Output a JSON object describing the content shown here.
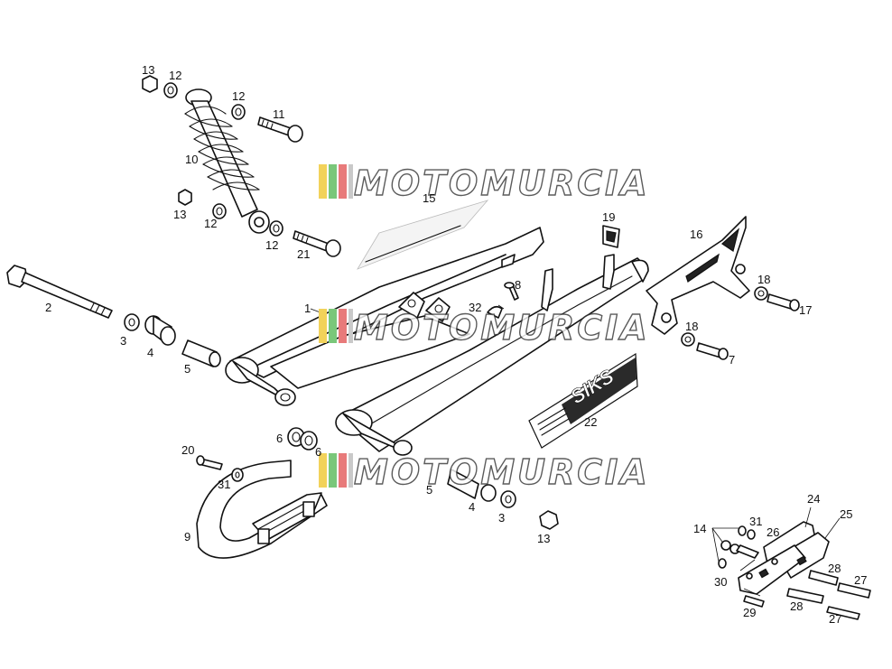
{
  "watermark": {
    "text": "MOTOMURCIA",
    "stripe_colors": [
      "#f2d25a",
      "#7ac77a",
      "#e87a7a",
      "#c9c9c9"
    ]
  },
  "decal": {
    "text": "SIKS"
  },
  "callouts": [
    {
      "id": "c13a",
      "label": "13"
    },
    {
      "id": "c12a",
      "label": "12"
    },
    {
      "id": "c12b",
      "label": "12"
    },
    {
      "id": "c11",
      "label": "11"
    },
    {
      "id": "c10",
      "label": "10"
    },
    {
      "id": "c13b",
      "label": "13"
    },
    {
      "id": "c12c",
      "label": "12"
    },
    {
      "id": "c12d",
      "label": "12"
    },
    {
      "id": "c21",
      "label": "21"
    },
    {
      "id": "c2",
      "label": "2"
    },
    {
      "id": "c1",
      "label": "1"
    },
    {
      "id": "c3a",
      "label": "3"
    },
    {
      "id": "c4a",
      "label": "4"
    },
    {
      "id": "c5a",
      "label": "5"
    },
    {
      "id": "c19",
      "label": "19"
    },
    {
      "id": "c16",
      "label": "16"
    },
    {
      "id": "c18a",
      "label": "18"
    },
    {
      "id": "c17",
      "label": "17"
    },
    {
      "id": "c8",
      "label": "8"
    },
    {
      "id": "c32",
      "label": "32"
    },
    {
      "id": "c18b",
      "label": "18"
    },
    {
      "id": "c7",
      "label": "7"
    },
    {
      "id": "c22",
      "label": "22"
    },
    {
      "id": "c6a",
      "label": "6"
    },
    {
      "id": "c6b",
      "label": "6"
    },
    {
      "id": "c20",
      "label": "20"
    },
    {
      "id": "c31a",
      "label": "31"
    },
    {
      "id": "c5b",
      "label": "5"
    },
    {
      "id": "c4b",
      "label": "4"
    },
    {
      "id": "c3b",
      "label": "3"
    },
    {
      "id": "c13c",
      "label": "13"
    },
    {
      "id": "c9",
      "label": "9"
    },
    {
      "id": "c24",
      "label": "24"
    },
    {
      "id": "c25",
      "label": "25"
    },
    {
      "id": "c14",
      "label": "14"
    },
    {
      "id": "c31b",
      "label": "31"
    },
    {
      "id": "c26",
      "label": "26"
    },
    {
      "id": "c28a",
      "label": "28"
    },
    {
      "id": "c27a",
      "label": "27"
    },
    {
      "id": "c30",
      "label": "30"
    },
    {
      "id": "c29",
      "label": "29"
    },
    {
      "id": "c28b",
      "label": "28"
    },
    {
      "id": "c27b",
      "label": "27"
    },
    {
      "id": "c15",
      "label": "15"
    }
  ]
}
